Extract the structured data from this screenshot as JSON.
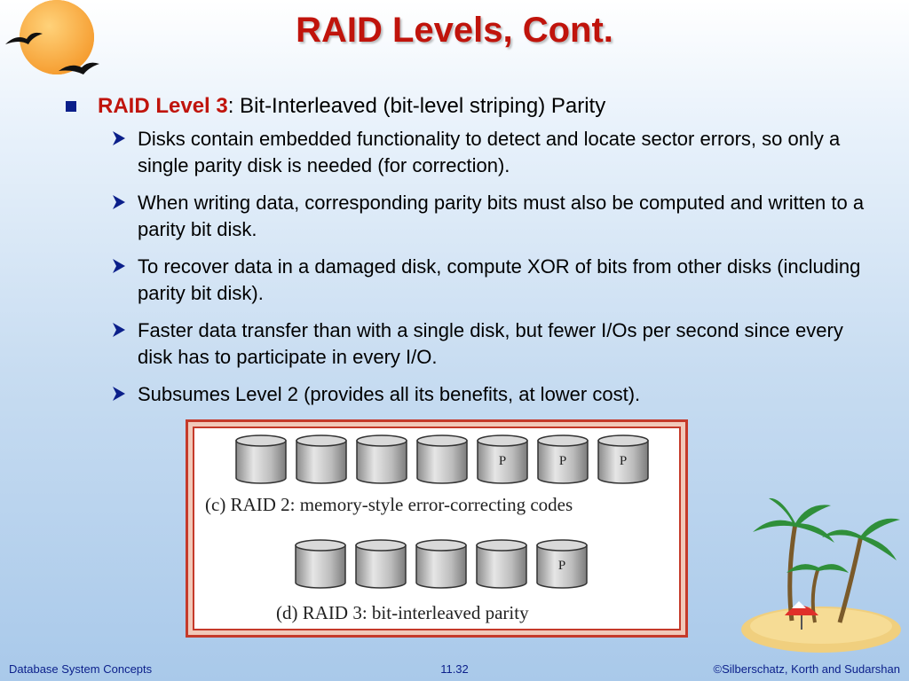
{
  "slide": {
    "title": "RAID Levels, Cont.",
    "main_bullet": {
      "highlight": "RAID Level 3",
      "text": ": Bit-Interleaved (bit-level striping) Parity"
    },
    "sub_bullets": [
      "Disks contain embedded functionality to detect and locate sector errors, so only a single parity disk is needed (for correction).",
      "When writing data, corresponding parity bits must also be computed and written to a parity bit disk.",
      "To recover data in a damaged disk, compute XOR of bits from other disks (including parity bit disk).",
      "Faster data transfer than with a single disk, but fewer I/Os per second since every disk has to participate in every I/O.",
      "Subsumes Level 2 (provides all its benefits, at lower cost)."
    ]
  },
  "figure": {
    "raid2_caption": "(c) RAID 2: memory-style error-correcting codes",
    "raid3_caption": "(d) RAID 3: bit-interleaved parity",
    "parity_label": "P",
    "raid2_disks": [
      "",
      "",
      "",
      "",
      "P",
      "P",
      "P"
    ],
    "raid3_disks": [
      "",
      "",
      "",
      "",
      "P"
    ]
  },
  "footer": {
    "left": "Database System Concepts",
    "center": "11.32",
    "right": "©Silberschatz, Korth and Sudarshan"
  },
  "colors": {
    "title": "#c0140c",
    "bullet": "#0b1f8a",
    "frame": "#c53a2a",
    "footer": "#0b1f8a"
  }
}
